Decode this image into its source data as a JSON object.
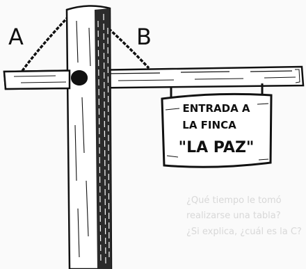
{
  "labels": {
    "a": "A",
    "b": "B"
  },
  "sign": {
    "line1": "ENTRADA A",
    "line2": "LA FINCA",
    "line3": "\"LA PAZ\""
  },
  "bleed_through_text": [
    "¿Qué tiempo le tomó",
    "realizarse una tabla?",
    "¿Si explica, ¿cuál es la C?"
  ],
  "colors": {
    "ink": "#111111",
    "wood_light": "#ffffff",
    "background": "#fafafa",
    "ghost": "#d8d8d8"
  }
}
